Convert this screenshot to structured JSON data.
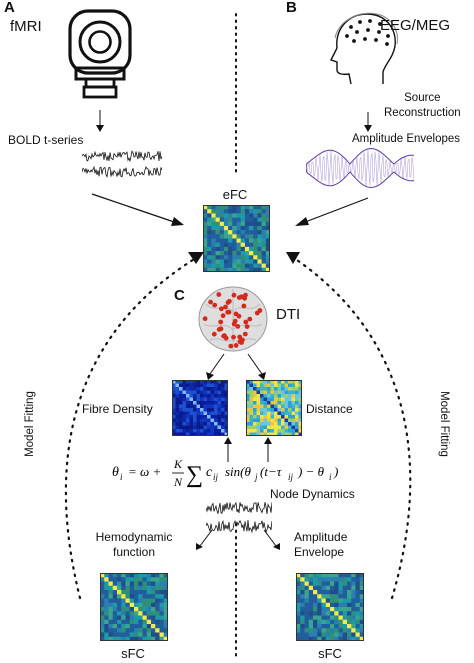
{
  "panels": {
    "a": "A",
    "b": "B",
    "c": "C"
  },
  "left": {
    "modality": "fMRI",
    "timeseries_label": "BOLD t-series"
  },
  "right": {
    "modality": "EEG/MEG",
    "source_label": "Source\nReconstruction",
    "envelope_label": "Amplitude Envelopes"
  },
  "center": {
    "efc_label": "eFC",
    "dti_label": "DTI",
    "fibre_label": "Fibre Density",
    "distance_label": "Distance",
    "node_dynamics_label": "Node Dynamics",
    "hemo_label": "Hemodynamic\nfunction",
    "amp_env_label": "Amplitude\nEnvelope",
    "sfc_left_label": "sFC",
    "sfc_right_label": "sFC"
  },
  "sides": {
    "model_fitting_left": "Model Fitting",
    "model_fitting_right": "Model Fitting"
  },
  "equation": {
    "lhs": "θ",
    "sub_i": "i",
    "omega": "= ω +",
    "K": "K",
    "N": "N",
    "sigma": "∑",
    "c": "c",
    "sub_ij": "ij",
    "sin": "sin(θ",
    "sub_j": "j",
    "t_tau": "(t−τ",
    "close": ") − θ",
    "close2": ")"
  }
}
